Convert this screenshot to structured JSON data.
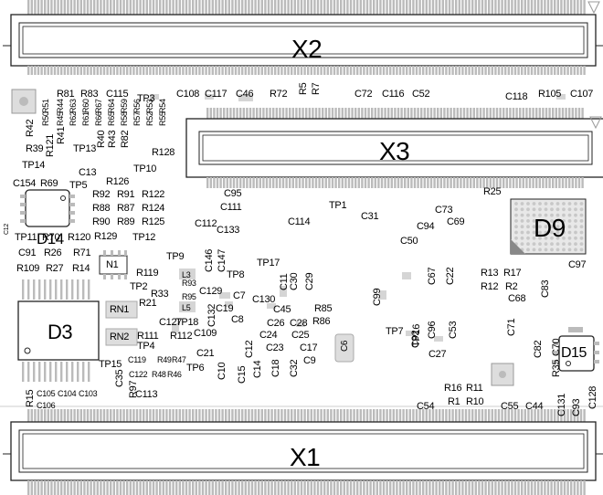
{
  "connectors": {
    "x2": "X2",
    "x3": "X3",
    "x1": "X1"
  },
  "chips": {
    "d14": "D14",
    "d9": "D9",
    "d3": "D3",
    "d15": "D15",
    "n1": "N1",
    "rn1": "RN1",
    "rn2": "RN2",
    "c6": "C6",
    "l3": "L3",
    "l5": "L5"
  },
  "edge_mark": "C12",
  "labels": [
    "R81",
    "R83",
    "C115",
    "TP3",
    "C108",
    "C117",
    "C46",
    "R72",
    "R5",
    "R7",
    "C72",
    "C116",
    "C52",
    "C118",
    "R105",
    "C107",
    "R51",
    "R50",
    "R44",
    "R45",
    "R63",
    "R62",
    "R60",
    "R61",
    "R67",
    "R66",
    "R64",
    "R65",
    "R59",
    "R58",
    "R56",
    "R57",
    "R53",
    "R52",
    "R54",
    "R55",
    "R42",
    "R39",
    "R121",
    "R41",
    "TP13",
    "R40",
    "R43",
    "R82",
    "R128",
    "TP14",
    "C13",
    "TP10",
    "R126",
    "C154",
    "R69",
    "TP5",
    "R92",
    "R91",
    "R122",
    "R88",
    "R87",
    "R124",
    "R90",
    "R89",
    "R125",
    "TP12",
    "R129",
    "TP11",
    "R70",
    "R120",
    "C91",
    "R26",
    "R71",
    "R109",
    "R27",
    "R14",
    "C95",
    "C111",
    "C112",
    "C133",
    "C114",
    "TP1",
    "C31",
    "C73",
    "C94",
    "C69",
    "R25",
    "C50",
    "TP9",
    "C146",
    "C147",
    "TP8",
    "TP17",
    "R119",
    "R93",
    "R95",
    "TP2",
    "R33",
    "C129",
    "C7",
    "C11",
    "C30",
    "C29",
    "C130",
    "C67",
    "C22",
    "R13",
    "R17",
    "R12",
    "R2",
    "C68",
    "C83",
    "C97",
    "R21",
    "C19",
    "C132",
    "C45",
    "R85",
    "C8",
    "C99",
    "C127",
    "TP18",
    "C26",
    "C28",
    "R86",
    "C24",
    "C25",
    "R111",
    "R112",
    "C109",
    "TP7",
    "C92",
    "C96",
    "C53",
    "C71",
    "C82",
    "C70",
    "C23",
    "C17",
    "TP4",
    "C21",
    "C119",
    "R49",
    "R47",
    "C12",
    "C14",
    "C18",
    "C32",
    "C9",
    "TP16",
    "C27",
    "TP15",
    "C10",
    "C122",
    "R48",
    "R46",
    "C15",
    "C35",
    "TP6",
    "R35",
    "C113",
    "R97",
    "R15",
    "C105",
    "C104",
    "C103",
    "C106",
    "R16",
    "R11",
    "R1",
    "R10",
    "C54",
    "C55",
    "C44",
    "C131",
    "C93",
    "C128"
  ]
}
